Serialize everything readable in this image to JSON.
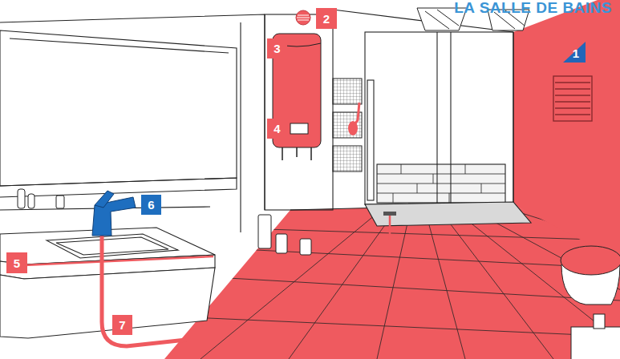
{
  "diagram": {
    "title": "LA SALLE DE BAINS",
    "labels": [
      "1",
      "2",
      "3",
      "4",
      "5",
      "6",
      "7"
    ]
  }
}
